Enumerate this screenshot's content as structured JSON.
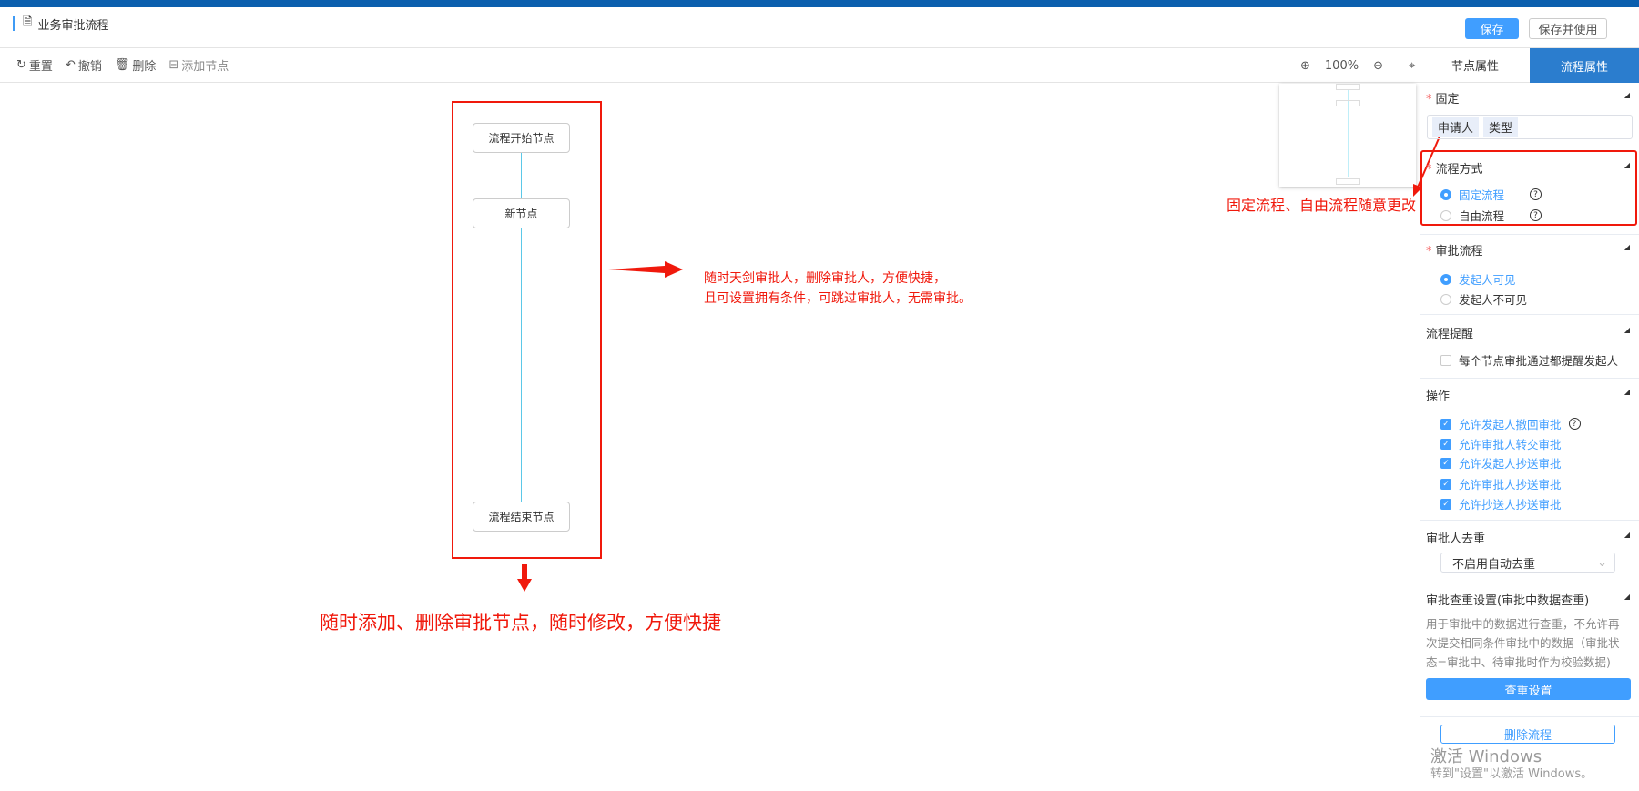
{
  "header": {
    "title": "业务审批流程",
    "save": "保存",
    "save_use": "保存并使用"
  },
  "toolbar": {
    "reset": "重置",
    "undo": "撤销",
    "delete": "删除",
    "add_node": "添加节点",
    "zoom": "100%"
  },
  "canvas": {
    "nodes": [
      "流程开始节点",
      "新节点",
      "流程结束节点"
    ]
  },
  "annotations": {
    "right_line1": "随时天剑审批人，删除审批人，方便快捷，",
    "right_line2": "且可设置拥有条件，可跳过审批人，无需审批。",
    "bottom": "随时添加、删除审批节点，随时修改，方便快捷",
    "panel_top": "固定流程、自由流程随意更改"
  },
  "panel": {
    "tabs": [
      "节点属性",
      "流程属性"
    ],
    "type_title": "固定",
    "type_tags": [
      "申请人",
      "类型"
    ],
    "mode_title": "流程方式",
    "mode_options": [
      "固定流程",
      "自由流程"
    ],
    "visibility_title": "审批流程",
    "visibility_options": [
      "发起人可见",
      "发起人不可见"
    ],
    "remind_title": "流程提醒",
    "remind_option": "每个节点审批通过都提醒发起人",
    "ops_title": "操作",
    "ops": [
      "允许发起人撤回审批",
      "允许审批人转交审批",
      "允许发起人抄送审批",
      "允许审批人抄送审批",
      "允许抄送人抄送审批"
    ],
    "dedup_title": "审批人去重",
    "dedup_value": "不启用自动去重",
    "check_title": "审批查重设置(审批中数据查重)",
    "check_desc": "用于审批中的数据进行查重，不允许再次提交相同条件审批中的数据（审批状态=审批中、待审批时作为校验数据)",
    "check_button": "查重设置",
    "delete_button": "删除流程"
  },
  "watermark": {
    "line1": "激活 Windows",
    "line2": "转到\"设置\"以激活 Windows。"
  },
  "colors": {
    "accent": "#409eff",
    "brand_bar": "#0b5fae",
    "tab_active": "#2b7dce",
    "annotation": "#f0190c"
  }
}
